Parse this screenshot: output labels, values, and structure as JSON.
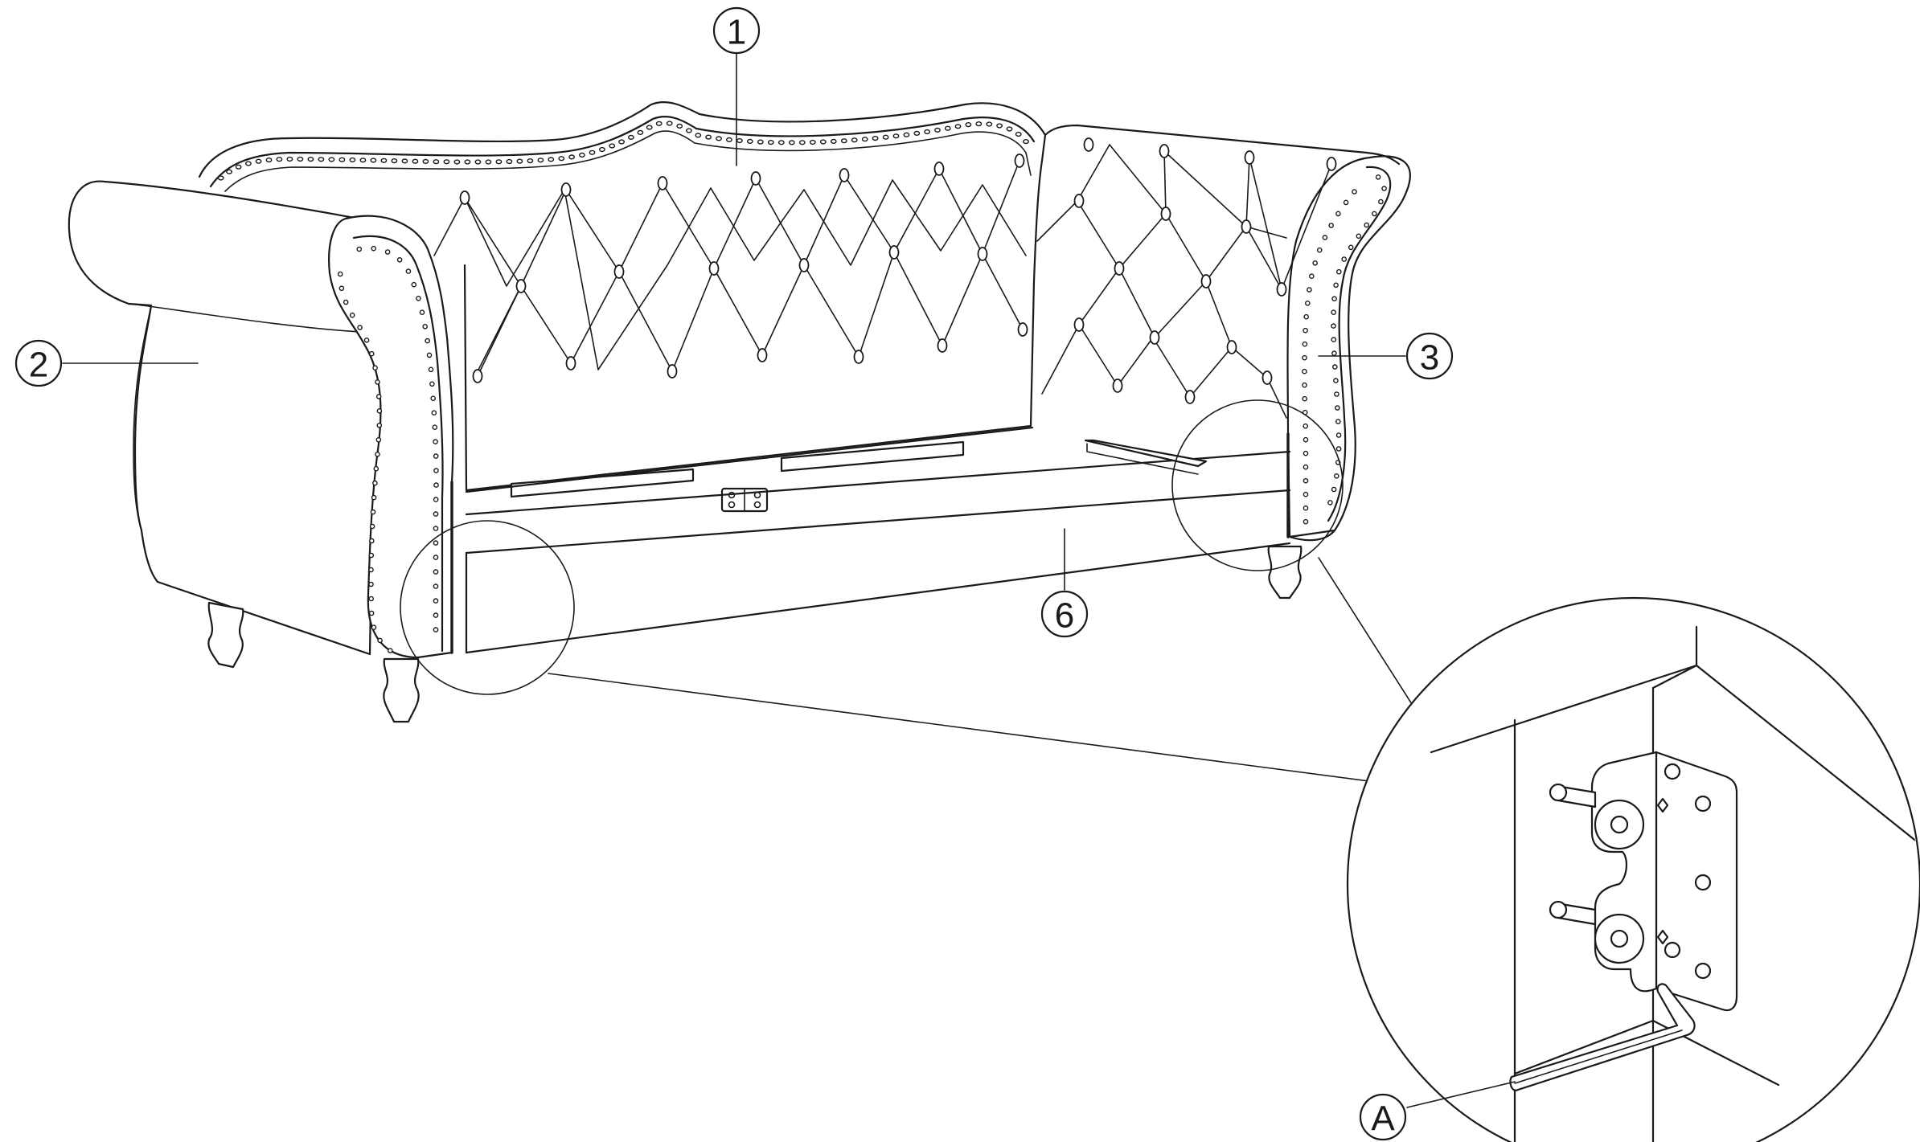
{
  "diagram": {
    "callouts": [
      {
        "id": "part-1",
        "label": "1"
      },
      {
        "id": "part-2",
        "label": "2"
      },
      {
        "id": "part-3",
        "label": "3"
      },
      {
        "id": "part-6",
        "label": "6"
      },
      {
        "id": "tool-a",
        "label": "A"
      }
    ],
    "colors": {
      "line": "#1a1a1a",
      "background": "#ffffff"
    }
  }
}
